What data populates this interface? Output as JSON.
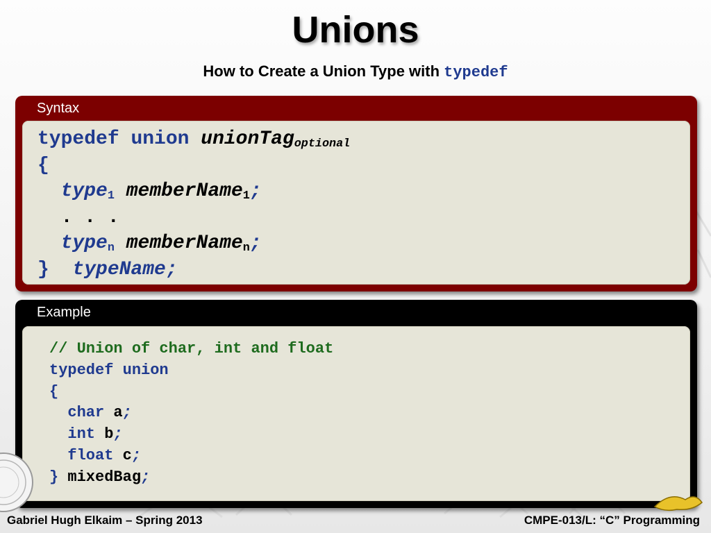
{
  "slide": {
    "title": "Unions",
    "subtitle_text": "How to Create a Union Type with ",
    "subtitle_code": "typedef"
  },
  "syntax_panel": {
    "label": "Syntax",
    "lines": {
      "l1_typedef": "typedef",
      "l1_union": "union",
      "l1_tag": "unionTag",
      "l1_tag_sub": "optional",
      "l2_brace": "{",
      "l3_type": "type",
      "l3_type_sub": "1",
      "l3_member": "memberName",
      "l3_member_sub": "1",
      "l3_semi": ";",
      "l4_ellipsis": ". . .",
      "l5_type": "type",
      "l5_type_sub": "n",
      "l5_member": "memberName",
      "l5_member_sub": "n",
      "l5_semi": ";",
      "l6_brace": "}",
      "l6_name": "typeName",
      "l6_semi": ";"
    }
  },
  "example_panel": {
    "label": "Example",
    "lines": {
      "comment": "// Union of char, int and float",
      "typedef": "typedef",
      "union": "union",
      "open_brace": "{",
      "m1_type": "char",
      "m1_name": "a",
      "m1_semi": ";",
      "m2_type": "int",
      "m2_name": "b",
      "m2_semi": ";",
      "m3_type": "float",
      "m3_name": "c",
      "m3_semi": ";",
      "close_brace": "}",
      "type_name": "mixedBag",
      "close_semi": ";"
    }
  },
  "footer": {
    "left": "Gabriel Hugh Elkaim – Spring 2013",
    "right": "CMPE-013/L: “C” Programming"
  },
  "colors": {
    "syntax_frame": "#7c0000",
    "example_frame": "#000000",
    "panel_fill": "#e6e5d8",
    "keyword_blue": "#1f3a8f",
    "comment_green": "#1e6b1e"
  }
}
